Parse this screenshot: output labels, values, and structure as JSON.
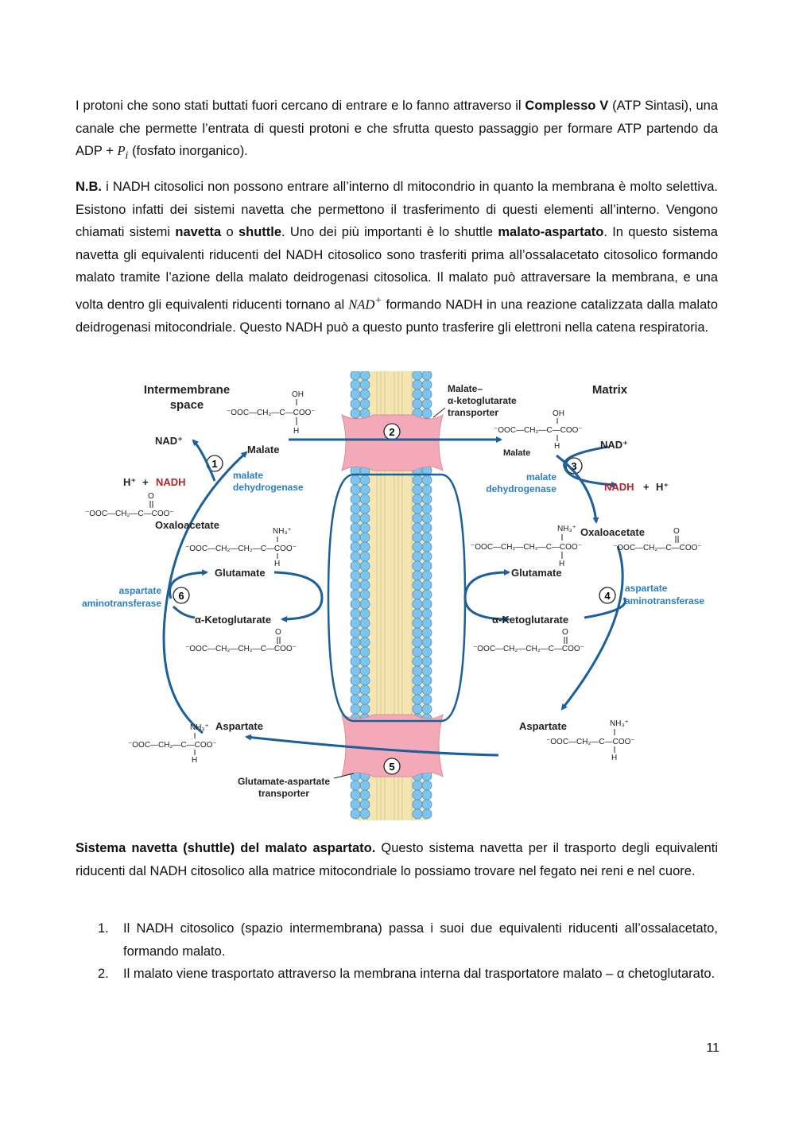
{
  "paragraph1": {
    "t1": "I protoni che sono stati buttati fuori cercano di entrare e lo fanno attraverso il ",
    "b1": "Complesso V",
    "t2": " (ATP Sintasi), una canale che permette l’entrata di questi protoni e che sfrutta questo passaggio per formare ATP partendo da ADP + ",
    "pi": "P",
    "pi_sub": "i",
    "t3": " (fosfato inorganico)."
  },
  "paragraph2": {
    "b1": "N.B.",
    "t1": " i NADH citosolici non possono entrare all’interno dl mitocondrio in quanto la membrana è molto selettiva. Esistono infatti dei sistemi navetta che permettono il trasferimento di questi elementi all’interno. Vengono chiamati sistemi ",
    "b2": "navetta",
    "t2": " o ",
    "b3": "shuttle",
    "t3": ". Uno dei più importanti è lo shuttle ",
    "b4": "malato-aspartato",
    "t4": ". In questo sistema navetta gli equivalenti riducenti del NADH citosolico sono trasferiti prima all’ossalacetato citosolico formando malato tramite l’azione della malato deidrogenasi citosolica. Il malato può attraversare la membrana, e una volta dentro gli equivalenti riducenti tornano al ",
    "nad": "NAD",
    "nad_sup": "+",
    "t5": " formando NADH in una reazione catalizzata dalla malato deidrogenasi mitocondriale. Questo NADH può a questo punto trasferire gli elettroni nella catena respiratoria."
  },
  "figure": {
    "intermembrane_title": [
      "Intermembrane",
      "space"
    ],
    "matrix_title": "Matrix",
    "transporter_top": [
      "Malate–",
      "α-ketoglutarate",
      "transporter"
    ],
    "transporter_bottom": [
      "Glutamate-aspartate",
      "transporter"
    ],
    "step_numbers": [
      "1",
      "2",
      "3",
      "4",
      "5",
      "6"
    ],
    "malate": "Malate",
    "nad_plus": "NAD⁺",
    "h_plus": "H⁺",
    "plus": "+",
    "nadh": "NADH",
    "malate_dehydrogenase": [
      "malate",
      "dehydrogenase"
    ],
    "oxaloacetate": "Oxaloacetate",
    "glutamate": "Glutamate",
    "ketoglutarate": "α-Ketoglutarate",
    "aspartate": "Aspartate",
    "aspartate_aminotransferase": [
      "aspartate",
      "aminotransferase"
    ],
    "chem": {
      "oh": "OH",
      "h": "H",
      "o": "O",
      "nh3": "NH₃⁺",
      "malate_chain": "⁻OOC—CH₂—C—COO⁻",
      "oxaloacetate_chain": "⁻OOC—CH₂—C—COO⁻",
      "glutamate_chain": "⁻OOC—CH₂—CH₂—C—COO⁻",
      "ketoglutarate_chain": "⁻OOC—CH₂—CH₂—C—COO⁻",
      "aspartate_chain": "⁻OOC—CH₂—C—COO⁻"
    },
    "colors": {
      "arrow": "#1b5f9b",
      "enzyme_text": "#2a7fc4",
      "nadh": "#b3232a",
      "transporter": "#f4a9b8",
      "membrane_head": "#7fc4ec",
      "membrane_tail": "#f3e6b3"
    }
  },
  "paragraph3": {
    "b1": "Sistema navetta (shuttle) del malato aspartato.",
    "t1": " Questo sistema navetta per il trasporto degli equivalenti riducenti dal NADH citosolico alla matrice mitocondriale lo possiamo trovare nel fegato nei reni e nel cuore."
  },
  "list": [
    {
      "num": "1.",
      "text": "Il NADH citosolico (spazio intermembrana) passa i suoi due equivalenti riducenti all’ossalacetato, formando malato."
    },
    {
      "num": "2.",
      "text": "Il malato viene trasportato attraverso la membrana interna dal trasportatore malato – α chetoglutarato."
    }
  ],
  "page_number": "11"
}
